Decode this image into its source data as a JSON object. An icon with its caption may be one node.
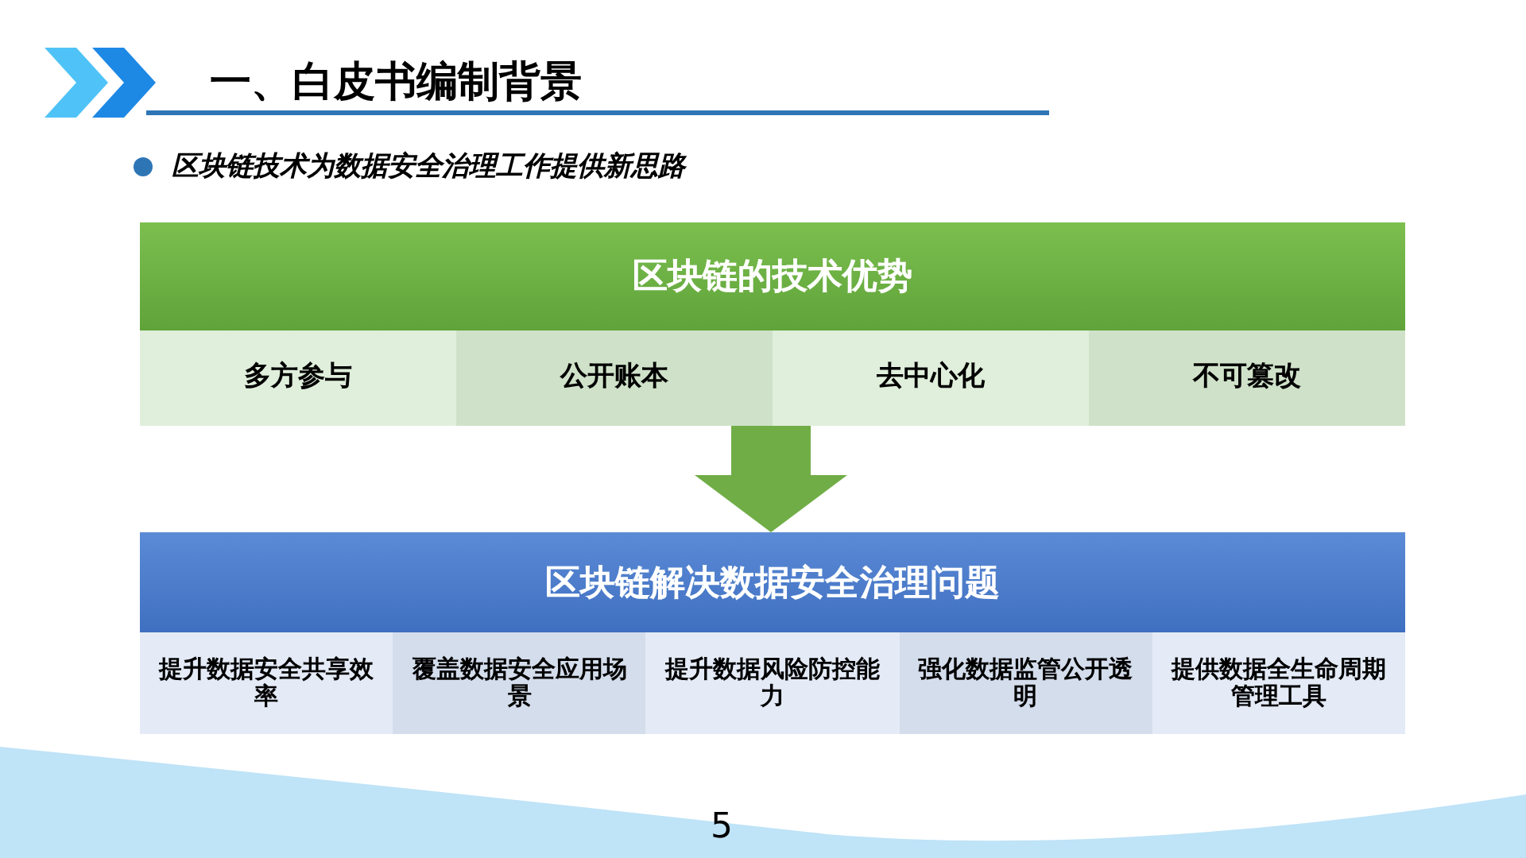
{
  "diagram": {
    "title": "一、白皮书编制背景",
    "nodes": [
      {
        "text": [
          "区块链的技术优势"
        ]
      },
      {
        "text": [
          "多方参与"
        ],
        "in": 0
      },
      {
        "text": [
          "公开账本"
        ],
        "in": 0
      },
      {
        "text": [
          "去中心化"
        ],
        "in": 0
      },
      {
        "text": [
          "不可篡改"
        ],
        "in": 0
      },
      {
        "text": [
          "区块链解决数据安全治理问题"
        ]
      },
      {
        "text": [
          "提升数据安全共享效率"
        ],
        "in": 5
      },
      {
        "text": [
          "覆盖数据安全应用场景"
        ],
        "in": 5
      },
      {
        "text": [
          "提升数据风险防控能力"
        ],
        "in": 5
      },
      {
        "text": [
          "强化数据监管公开透明"
        ],
        "in": 5
      },
      {
        "text": [
          "提供数据全生命周期管理工具"
        ],
        "in": 5
      }
    ],
    "edges": [
      {
        "from": 0,
        "to": 5,
        "arrow": "to"
      }
    ],
    "labels": [
      "区块链技术为数据安全治理工作提供新思路",
      "5"
    ]
  }
}
